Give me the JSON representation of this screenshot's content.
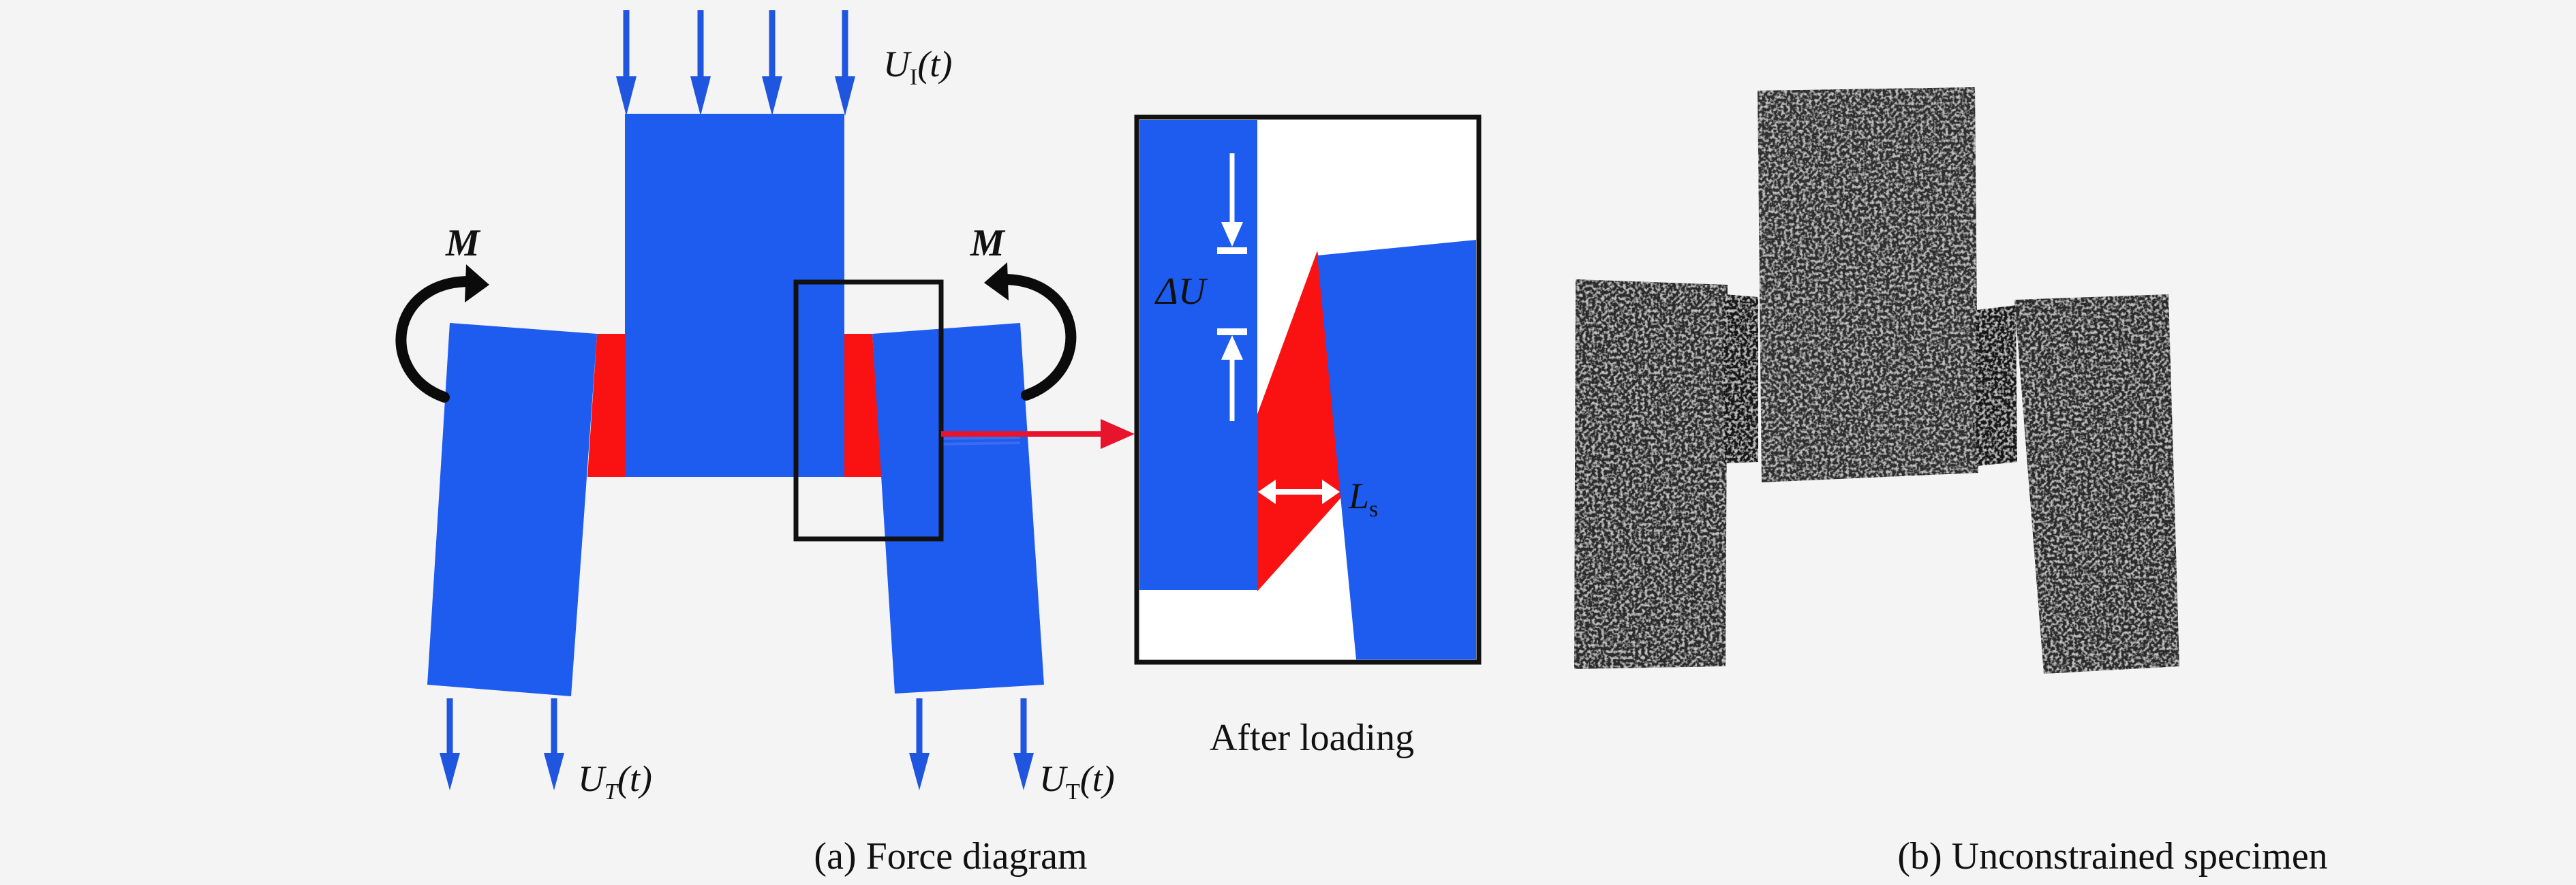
{
  "colors": {
    "background": "#f4f4f4",
    "block_blue": "#1e5bef",
    "arrow_blue": "#1f55df",
    "adhesive_red": "#fa1212",
    "frame": "#111111",
    "specimen_dark": "#2c2c2c",
    "specimen_light": "#7b7b7b"
  },
  "force_diagram": {
    "caption": "(a) Force diagram",
    "top_load": {
      "symbol": "U",
      "subscript": "I",
      "argument": "(t)"
    },
    "left_load": {
      "symbol": "U",
      "subscript": "T",
      "argument": "(t)"
    },
    "right_load": {
      "symbol": "U",
      "subscript": "T",
      "argument": "(t)"
    },
    "moment_left": "M",
    "moment_right": "M",
    "detail_caption": "After loading",
    "delta_label": "ΔU",
    "shear_length": {
      "symbol": "L",
      "subscript": "s"
    }
  },
  "specimen": {
    "caption": "(b) Unconstrained specimen"
  },
  "icons": {
    "load_arrow": "down-arrow-icon",
    "moment": "curved-arrow-icon",
    "callout": "right-arrow-icon",
    "dimension": "double-arrow-icon"
  }
}
